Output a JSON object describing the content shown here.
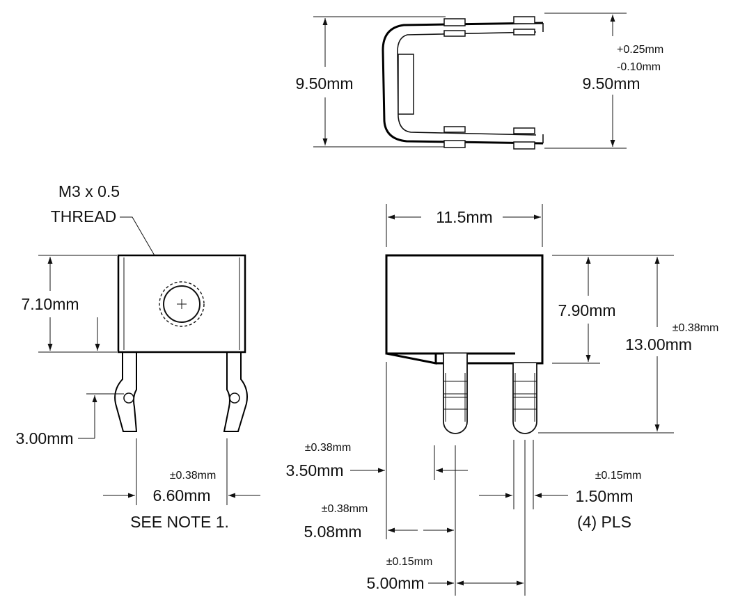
{
  "top_view": {
    "height_left": "9.50mm",
    "height_right": "9.50mm",
    "tol_plus": "+0.25mm",
    "tol_minus": "-0.10mm"
  },
  "side_view": {
    "thread_line1": "M3 x 0.5",
    "thread_line2": "THREAD",
    "body_height": "7.10mm",
    "tab_height": "3.00mm",
    "pin_spacing_tol": "±0.38mm",
    "pin_spacing": "6.60mm",
    "note": "SEE NOTE 1."
  },
  "front_view": {
    "width": "11.5mm",
    "body_height": "7.90mm",
    "total_height_tol": "±0.38mm",
    "total_height": "13.00mm",
    "pin_offset_tol": "±0.38mm",
    "pin_offset": "3.50mm",
    "pin_width_tol": "±0.15mm",
    "pin_width": "1.50mm",
    "pin_count": "(4) PLS",
    "pin_center_tol": "±0.38mm",
    "pin_center": "5.08mm",
    "pitch_tol": "±0.15mm",
    "pitch": "5.00mm"
  }
}
